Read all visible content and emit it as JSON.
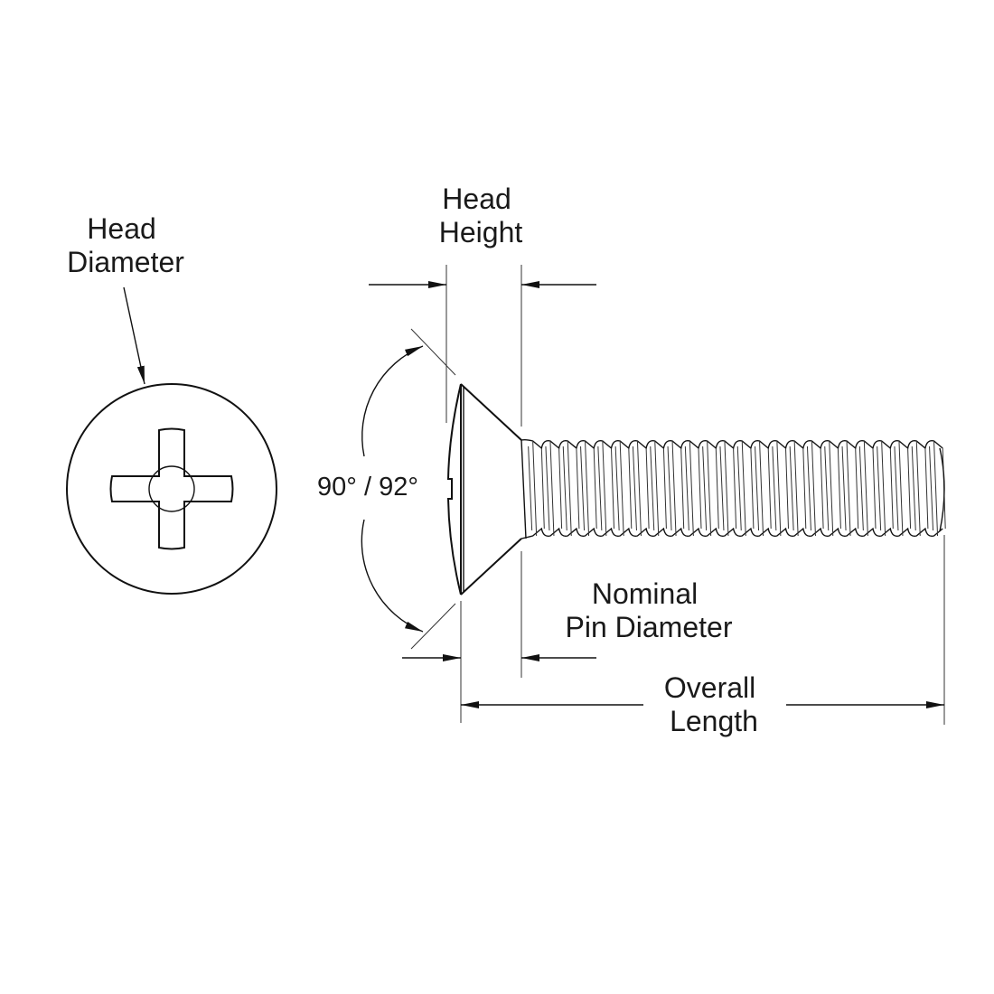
{
  "labels": {
    "head_diameter": [
      "Head",
      "Diameter"
    ],
    "head_height": [
      "Head",
      "Height"
    ],
    "angle": "90° / 92°",
    "nominal_pin_diameter": [
      "Nominal",
      "Pin Diameter"
    ],
    "overall_length": [
      "Overall",
      "Length"
    ]
  },
  "colors": {
    "line": "#111111",
    "background": "#ffffff"
  }
}
